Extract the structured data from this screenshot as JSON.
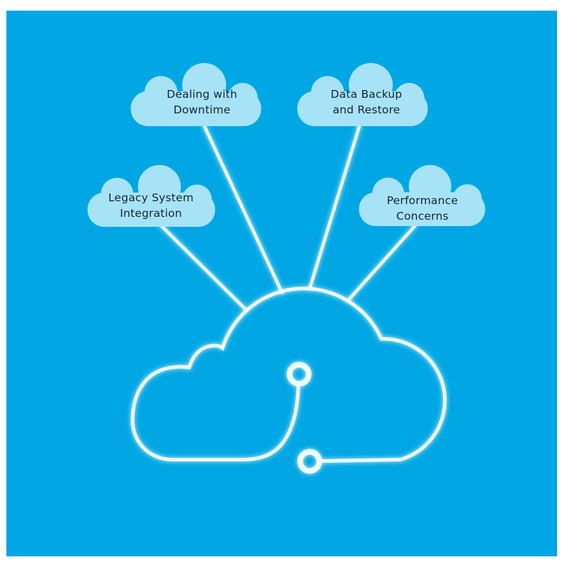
{
  "colors": {
    "page_bg": "#ffffff",
    "canvas_bg": "#00a7e4",
    "cloud_fill": "#a7e3f7",
    "label_text": "#18222e",
    "line": "#effbfc",
    "glow": "#c9f0f8"
  },
  "center": {
    "icon": "circuit-cloud-icon",
    "description": "large outlined cloud with circuit nodes"
  },
  "nodes": [
    {
      "id": "dealing-with-downtime",
      "lines": [
        "Dealing with",
        "Downtime"
      ]
    },
    {
      "id": "data-backup-and-restore",
      "lines": [
        "Data Backup",
        "and Restore"
      ]
    },
    {
      "id": "legacy-system-integration",
      "lines": [
        "Legacy System",
        "Integration"
      ]
    },
    {
      "id": "performance-concerns",
      "lines": [
        "Performance",
        "Concerns"
      ]
    }
  ],
  "connectors": [
    {
      "from": "dealing-with-downtime",
      "to": "center"
    },
    {
      "from": "data-backup-and-restore",
      "to": "center"
    },
    {
      "from": "legacy-system-integration",
      "to": "center"
    },
    {
      "from": "performance-concerns",
      "to": "center"
    }
  ]
}
